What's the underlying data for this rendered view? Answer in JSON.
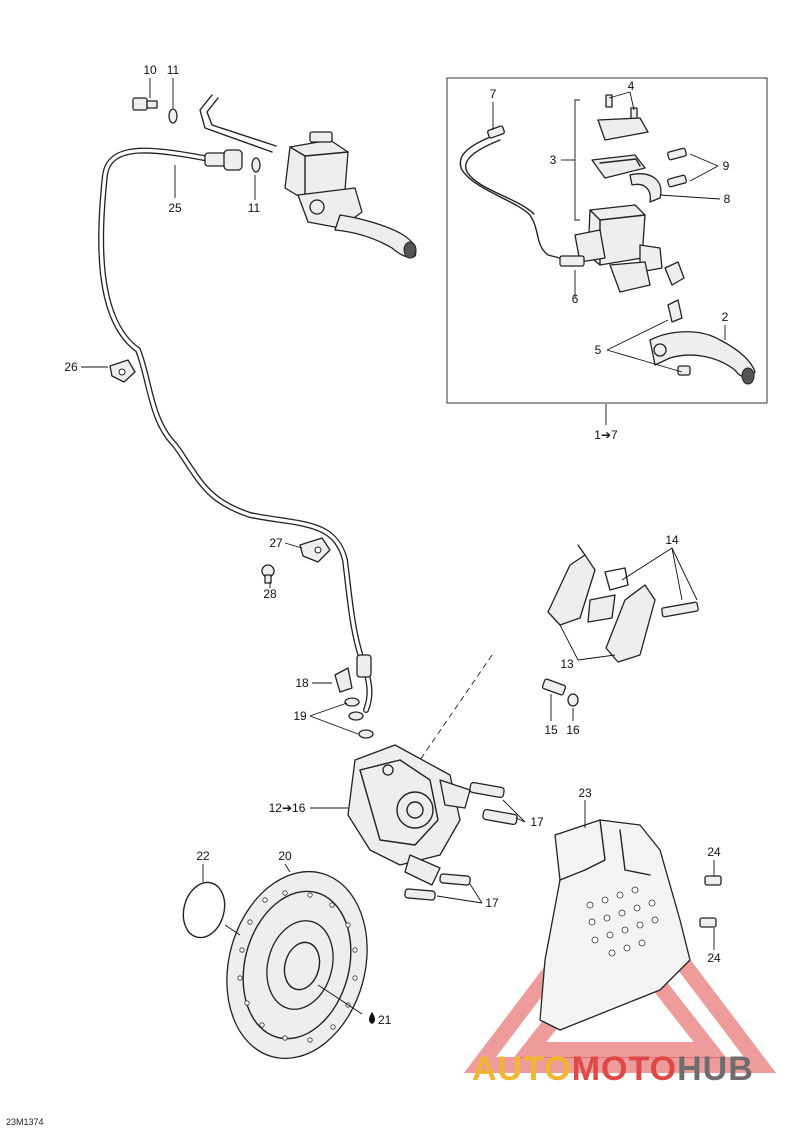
{
  "diagram_code": "23M1374",
  "callouts": {
    "c10": "10",
    "c11a": "11",
    "c11b": "11",
    "c25": "25",
    "c26": "26",
    "c7": "7",
    "c4": "4",
    "c3": "3",
    "c9": "9",
    "c8": "8",
    "c6": "6",
    "c5": "5",
    "c2": "2",
    "c1_7": "1➔7",
    "c27": "27",
    "c28": "28",
    "c14": "14",
    "c13": "13",
    "c18": "18",
    "c19": "19",
    "c15": "15",
    "c16": "16",
    "c12_16": "12➔16",
    "c17a": "17",
    "c17b": "17",
    "c23": "23",
    "c22": "22",
    "c20": "20",
    "c21": "21",
    "c24a": "24",
    "c24b": "24"
  },
  "watermark": {
    "part1": "AUTO",
    "part2": "MOTO",
    "part3": "HUB",
    "color1": "#f2b632",
    "color2": "#e04848",
    "color3": "#6d6d6d"
  }
}
